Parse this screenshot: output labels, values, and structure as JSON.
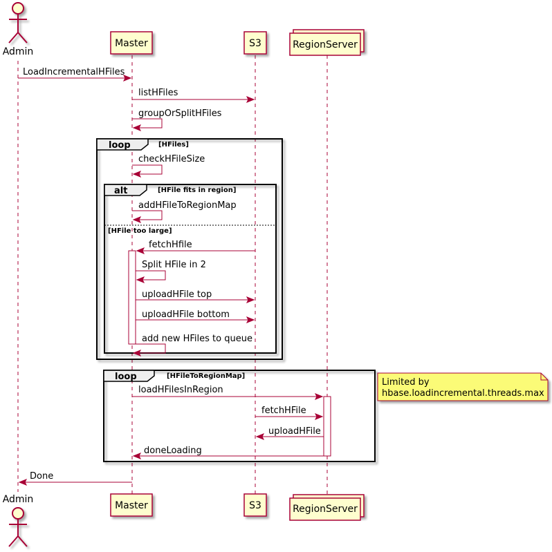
{
  "participants": {
    "admin": "Admin",
    "master": "Master",
    "s3": "S3",
    "regionserver": "RegionServer"
  },
  "messages": {
    "m1": "LoadIncrementalHFiles",
    "m2": "listHFiles",
    "m3": "groupOrSplitHFiles",
    "m4": "checkHFileSize",
    "m5": "addHFileToRegionMap",
    "m6": "fetchHfile",
    "m7": "Split HFile in 2",
    "m8": "uploadHFile top",
    "m9": "uploadHFile bottom",
    "m10": "add new HFiles to queue",
    "m11": "loadHFilesInRegion",
    "m12": "fetchHFile",
    "m13": "uploadHFile",
    "m14": "doneLoading",
    "m15": "Done"
  },
  "frames": {
    "loop1": {
      "keyword": "loop",
      "guard": "[HFiles]"
    },
    "alt": {
      "keyword": "alt",
      "guard": "[HFile fits in region]",
      "else_guard": "[HFile too large]"
    },
    "loop2": {
      "keyword": "loop",
      "guard": "[HFileToRegionMap]"
    }
  },
  "note": {
    "line1": "Limited by",
    "line2": "hbase.loadincremental.threads.max"
  },
  "colors": {
    "arrow": "#A80036",
    "participant_fill": "#FEFECE",
    "note_fill": "#FBFB77",
    "frame_header_fill": "#EEEEEE"
  }
}
